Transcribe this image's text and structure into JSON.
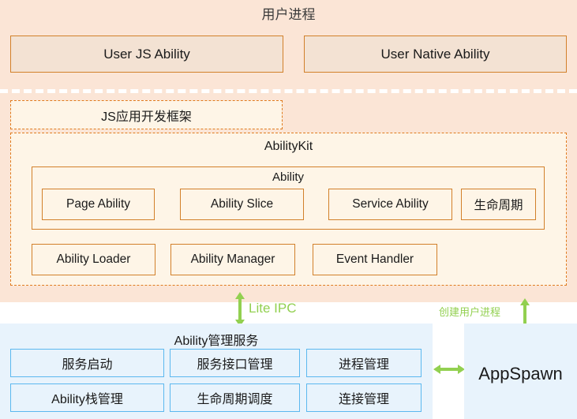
{
  "diagram": {
    "user_process": {
      "title": "用户进程",
      "top_abilities": [
        {
          "label": "User JS Ability"
        },
        {
          "label": "User Native Ability"
        }
      ],
      "js_framework": {
        "label": "JS应用开发框架"
      },
      "abilitykit": {
        "title": "AbilityKit",
        "ability_group": {
          "title": "Ability",
          "items": [
            {
              "label": "Page Ability"
            },
            {
              "label": "Ability Slice"
            },
            {
              "label": "Service Ability"
            },
            {
              "label": "生命周期"
            }
          ]
        },
        "second_row": [
          {
            "label": "Ability Loader"
          },
          {
            "label": "Ability Manager"
          },
          {
            "label": "Event Handler"
          }
        ]
      }
    },
    "connectors": {
      "lite_ipc_label": "Lite IPC",
      "create_process_label": "创建用户进程"
    },
    "ability_manager_service": {
      "title": "Ability管理服务",
      "items": [
        {
          "label": "服务启动"
        },
        {
          "label": "服务接口管理"
        },
        {
          "label": "进程管理"
        },
        {
          "label": "Ability栈管理"
        },
        {
          "label": "生命周期调度"
        },
        {
          "label": "连接管理"
        }
      ]
    },
    "appspawn": {
      "label": "AppSpawn"
    },
    "colors": {
      "user_process_bg": "#FBE5D6",
      "box_fill_peach": "#F3E2D3",
      "cream_fill": "#FEF5E7",
      "orange_border": "#D2802A",
      "dashed_orange": "#E07B1F",
      "blue_bg": "#E8F3FC",
      "blue_border": "#5BB8EF",
      "green_accent": "#92D050",
      "separator_white": "#FFFFFF"
    }
  }
}
